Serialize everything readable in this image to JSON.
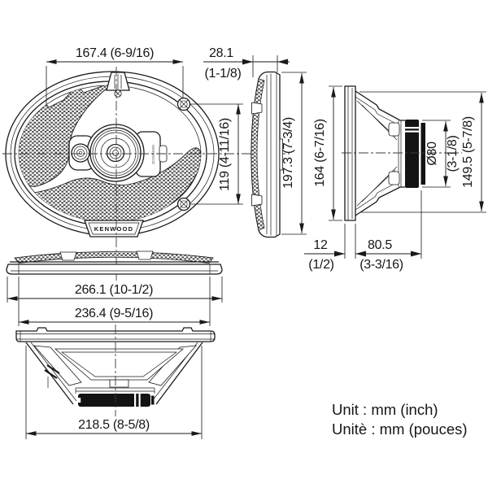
{
  "diagram": {
    "brand": "KENWOOD",
    "unit_note_en": "Unit : mm (inch)",
    "unit_note_fr": "Unitè : mm (pouces)",
    "dims": {
      "grille_width": "167.4 (6-9/16)",
      "grille_depth": "28.1",
      "grille_depth_in": "(1-1/8)",
      "screw_spacing": "119 (4-11/16)",
      "overall_height": "197.3 (7-3/4)",
      "flange_height": "164 (6-7/16)",
      "magnet_dia": "Ø80",
      "magnet_dia_in": "(3-1/8)",
      "rear_dia": "149.5 (5-7/8)",
      "protrusion": "12",
      "protrusion_in": "(1/2)",
      "mounting_depth": "80.5",
      "mounting_depth_in": "(3-3/16)",
      "overall_width": "266.1 (10-1/2)",
      "frame_width": "236.4 (9-5/16)",
      "cutout_width": "218.5 (8-5/8)"
    }
  }
}
